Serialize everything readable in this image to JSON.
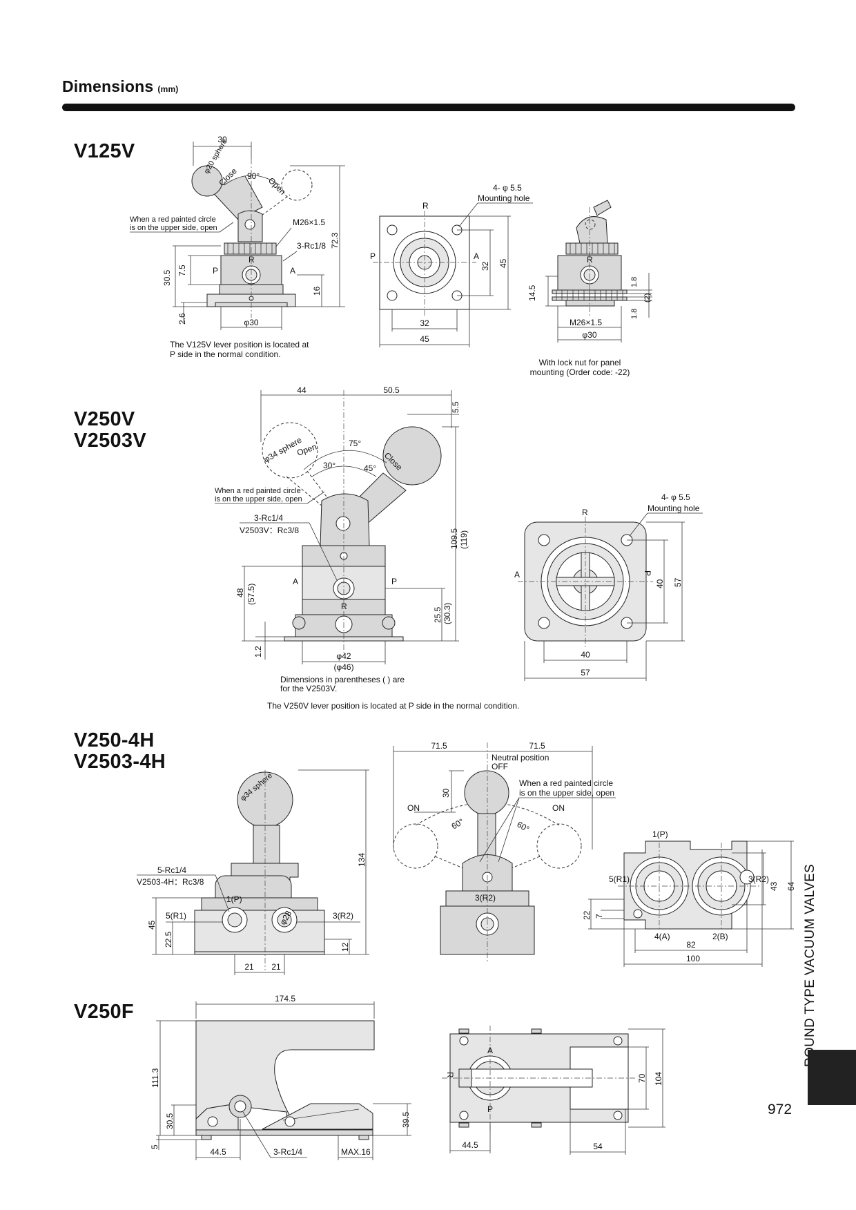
{
  "header": {
    "title": "Dimensions",
    "unit": "(mm)"
  },
  "side_label": "ROUND TYPE VACUUM VALVES",
  "page_number": "972",
  "sections": {
    "v125v": {
      "model": "V125V",
      "lever_note": "When a red painted circle is on the upper side, open",
      "lever_note_l1": "When a red painted circle",
      "lever_note_l2": "is on the upper side, open",
      "normal_note_l1": "The V125V lever position is located at",
      "normal_note_l2": "P side in the normal condition.",
      "panel_note_l1": "With lock nut for panel",
      "panel_note_l2": "mounting (Order code: -22)",
      "mounting_hole_l1": "4- φ 5.5",
      "mounting_hole_l2": "Mounting hole",
      "dims": {
        "d30": "30",
        "sphere": "φ20 sphere",
        "close": "Close",
        "open": "Open",
        "angle": "90°",
        "thread": "M26×1.5",
        "port": "3-Rc1/8",
        "h723": "72.3",
        "h305": "30.5",
        "h75": "7.5",
        "h16": "16",
        "h26": "2.6",
        "dia30": "φ30",
        "p": "P",
        "a": "A",
        "r": "R",
        "w32": "32",
        "w45": "45",
        "v32": "32",
        "v45": "45",
        "h145": "14.5",
        "t18a": "1.8",
        "t2": "(2)",
        "t18b": "1.8",
        "thread2": "M26×1.5",
        "dia30b": "φ30"
      }
    },
    "v250v": {
      "model_l1": "V250V",
      "model_l2": "V2503V",
      "lever_note_l1": "When a red painted circle",
      "lever_note_l2": "is on the upper side, open",
      "port_l1": "3-Rc1/4",
      "port_l2": "V2503V：Rc3/8",
      "paren_note_l1": "Dimensions in parentheses (  ) are",
      "paren_note_l2": "for the V2503V.",
      "normal_note": "The V250V lever position is located at P side in the normal condition.",
      "mounting_hole_l1": "4- φ 5.5",
      "mounting_hole_l2": "Mounting hole",
      "dims": {
        "w44": "44",
        "w505": "50.5",
        "h55": "5.5",
        "sphere": "φ34 sphere",
        "open": "Open",
        "close": "Close",
        "a75": "75°",
        "a30": "30°",
        "a45": "45°",
        "h1095": "109.5",
        "h119": "(119)",
        "h48": "48",
        "h575": "(57.5)",
        "h255": "25.5",
        "h303": "(30.3)",
        "h12": "1.2",
        "dia42": "φ42",
        "dia46": "(φ46)",
        "a": "A",
        "p": "P",
        "r": "R",
        "w40": "40",
        "w57": "57",
        "v40": "40",
        "v57": "57"
      }
    },
    "v250_4h": {
      "model_l1": "V250-4H",
      "model_l2": "V2503-4H",
      "port_l1": "5-Rc1/4",
      "port_l2": "V2503-4H：Rc3/8",
      "neutral_l1": "Neutral position",
      "neutral_l2": "OFF",
      "lever_note_l1": "When a red painted circle",
      "lever_note_l2": "is on the upper side, open",
      "dims": {
        "sphere": "φ34 sphere",
        "h134": "134",
        "h45": "45",
        "h225": "22.5",
        "h12": "12",
        "w21a": "21",
        "w21b": "21",
        "dia28": "φ28",
        "p1": "1(P)",
        "r1": "5(R1)",
        "r2": "3(R2)",
        "w715a": "71.5",
        "w715b": "71.5",
        "h30": "30",
        "on_l": "ON",
        "on_r": "ON",
        "a60l": "60°",
        "a60r": "60°",
        "r2b": "3(R2)",
        "p1c": "1(P)",
        "r1c": "5(R1)",
        "r2c": "3(R2)",
        "a4": "4(A)",
        "b2": "2(B)",
        "h22": "22",
        "h7": "7",
        "w82": "82",
        "w100": "100",
        "h43": "43",
        "h64": "64"
      }
    },
    "v250f": {
      "model": "V250F",
      "dims": {
        "w1745": "174.5",
        "h1113": "111.3",
        "h305": "30.5",
        "h5": "5",
        "h395": "39.5",
        "w445": "44.5",
        "port": "3-Rc1/4",
        "max": "MAX.16",
        "a": "A",
        "r": "R",
        "p": "P",
        "h70": "70",
        "h104": "104",
        "w445b": "44.5",
        "w54": "54"
      }
    }
  }
}
